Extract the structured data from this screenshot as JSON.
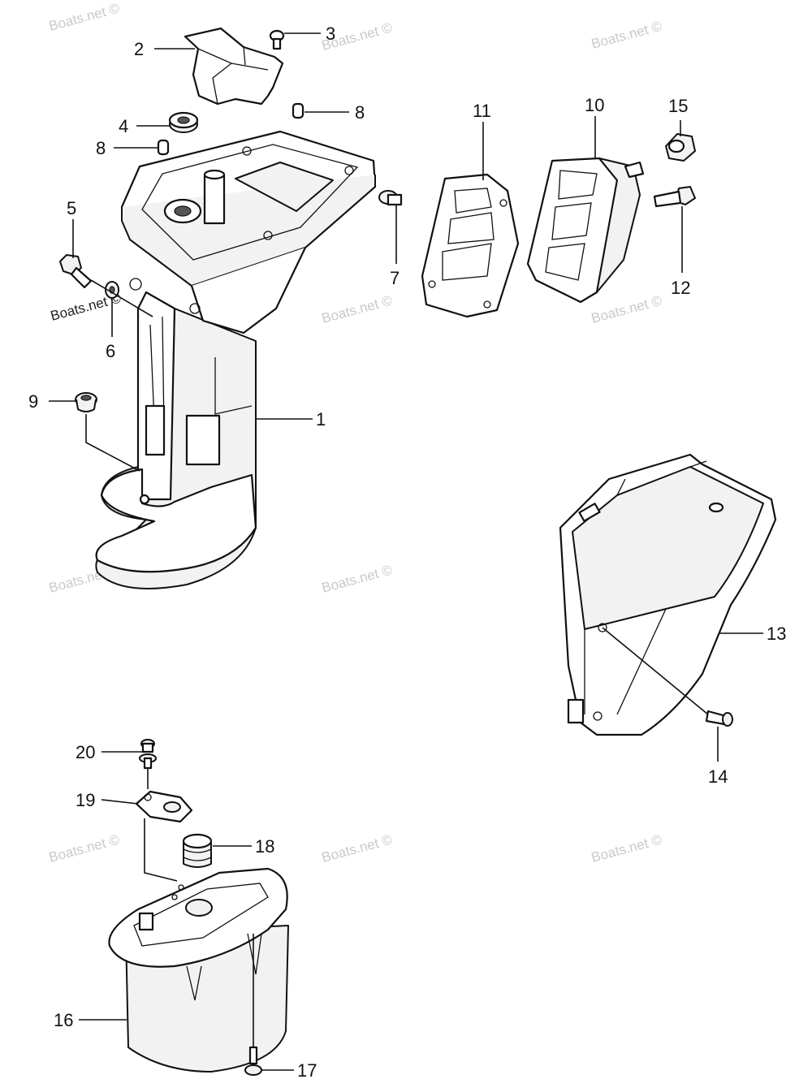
{
  "watermark": "Boats.net ©",
  "callouts": [
    {
      "id": "1",
      "label": "1"
    },
    {
      "id": "2",
      "label": "2"
    },
    {
      "id": "3",
      "label": "3"
    },
    {
      "id": "4",
      "label": "4"
    },
    {
      "id": "5",
      "label": "5"
    },
    {
      "id": "6",
      "label": "6"
    },
    {
      "id": "7",
      "label": "7"
    },
    {
      "id": "8a",
      "label": "8"
    },
    {
      "id": "8b",
      "label": "8"
    },
    {
      "id": "9",
      "label": "9"
    },
    {
      "id": "10",
      "label": "10"
    },
    {
      "id": "11",
      "label": "11"
    },
    {
      "id": "12",
      "label": "12"
    },
    {
      "id": "13",
      "label": "13"
    },
    {
      "id": "14",
      "label": "14"
    },
    {
      "id": "15",
      "label": "15"
    },
    {
      "id": "16",
      "label": "16"
    },
    {
      "id": "17",
      "label": "17"
    },
    {
      "id": "18",
      "label": "18"
    },
    {
      "id": "19",
      "label": "19"
    },
    {
      "id": "20",
      "label": "20"
    }
  ]
}
